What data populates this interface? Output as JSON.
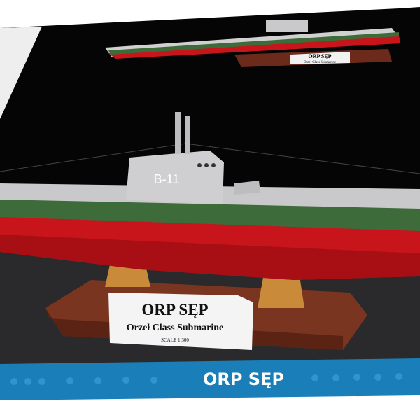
{
  "product": {
    "hull_marking": "B-11",
    "plaque": {
      "title": "ORP SĘP",
      "subtitle": "Orzeł Class Submarine",
      "scale": "SCALE 1:300"
    },
    "small_plaque": {
      "title": "ORP SĘP",
      "subtitle": "Orzeł Class Submarine"
    },
    "box_band_title": "ORP SĘP"
  },
  "colors": {
    "box_black": "#050505",
    "floor_gray": "#2a2a2c",
    "hull_red": "#c8141b",
    "hull_green": "#3d6b3a",
    "deck_gray": "#c9c9cc",
    "stand_brown": "#7a3520",
    "band_blue": "#1a7fb8"
  }
}
